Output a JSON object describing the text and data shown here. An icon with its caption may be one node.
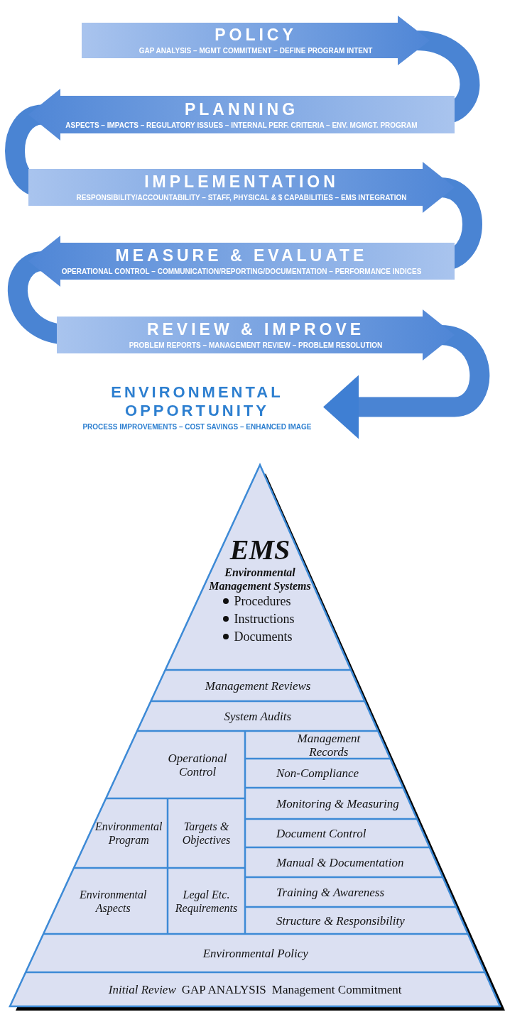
{
  "diagram": {
    "nodes": [
      {
        "text": [
          "POLICY",
          "GAP ANALYSIS – MGMT COMMITMENT – DEFINE PROGRAM INTENT"
        ]
      },
      {
        "text": [
          "PLANNING",
          "ASPECTS – IMPACTS – REGULATORY ISSUES – INTERNAL PERF. CRITERIA – ENV. MGMGT. PROGRAM"
        ]
      },
      {
        "text": [
          "IMPLEMENTATION",
          "RESPONSIBILITY/ACCOUNTABILITY – STAFF, PHYSICAL & $ CAPABILITIES – EMS INTEGRATION"
        ]
      },
      {
        "text": [
          "MEASURE & EVALUATE",
          "OPERATIONAL CONTROL – COMMUNICATION/REPORTING/DOCUMENTATION – PERFORMANCE INDICES"
        ]
      },
      {
        "text": [
          "REVIEW & IMPROVE",
          "PROBLEM REPORTS – MANAGEMENT REVIEW – PROBLEM RESOLUTION"
        ]
      },
      {
        "text": [
          "ENVIRONMENTAL OPPORTUNITY",
          "PROCESS IMPROVEMENTS – COST SAVINGS – ENHANCED IMAGE"
        ]
      },
      {
        "text": [
          "EMS",
          "Environmental Management Systems",
          "Procedures",
          "Instructions",
          "Documents"
        ]
      },
      {
        "text": [
          "Management Reviews"
        ]
      },
      {
        "text": [
          "System Audits"
        ]
      },
      {
        "text": [
          "Operational Control"
        ]
      },
      {
        "text": [
          "Management Records"
        ]
      },
      {
        "text": [
          "Non-Compliance"
        ]
      },
      {
        "text": [
          "Environmental Program"
        ]
      },
      {
        "text": [
          "Targets & Objectives"
        ]
      },
      {
        "text": [
          "Monitoring & Measuring"
        ]
      },
      {
        "text": [
          "Document Control"
        ]
      },
      {
        "text": [
          "Manual & Documentation"
        ]
      },
      {
        "text": [
          "Environmental Aspects"
        ]
      },
      {
        "text": [
          "Legal Etc. Requirements"
        ]
      },
      {
        "text": [
          "Training & Awareness"
        ]
      },
      {
        "text": [
          "Structure & Responsibility"
        ]
      },
      {
        "text": [
          "Environmental Policy"
        ]
      },
      {
        "text": [
          "Initial Review",
          "GAP ANALYSIS",
          "Management Commitment"
        ]
      }
    ],
    "edges": [
      {
        "from": 0,
        "to": 1,
        "arrow": "none"
      },
      {
        "from": 1,
        "to": 2,
        "arrow": "none"
      },
      {
        "from": 2,
        "to": 3,
        "arrow": "none"
      },
      {
        "from": 3,
        "to": 4,
        "arrow": "none"
      },
      {
        "from": 4,
        "to": 5,
        "arrow": "to"
      }
    ]
  }
}
